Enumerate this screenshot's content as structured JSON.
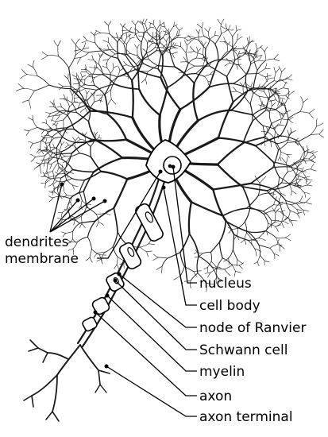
{
  "labels": {
    "dendrites": "dendrites",
    "membrane": "membrane",
    "nucleus": "nucleus",
    "cell_body": "cell body",
    "node_of_ranvier": "node of Ranvier",
    "schwann_cell": "Schwann cell",
    "myelin": "myelin",
    "axon": "axon",
    "axon_terminal": "axon terminal"
  }
}
